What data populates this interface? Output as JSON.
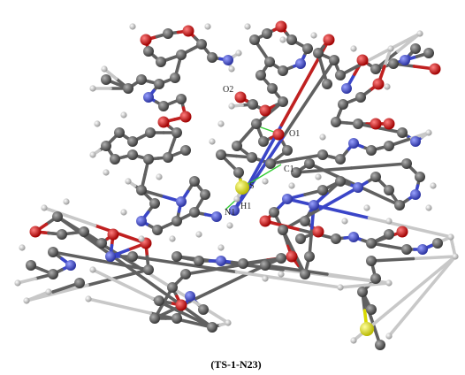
{
  "figure": {
    "caption": "(TS-1-N23)",
    "labels": {
      "O2": "O2",
      "O1": "O1",
      "C1": "C1",
      "S": "S",
      "H1": "H1",
      "N1": "N1"
    },
    "colors": {
      "carbon": "#5a5a5a",
      "oxygen": "#cc1a1a",
      "nitrogen": "#3a45c8",
      "sulfur": "#e6e600",
      "hydrogen": "#e0e0e0",
      "ts_bond": "#33cc33"
    }
  }
}
